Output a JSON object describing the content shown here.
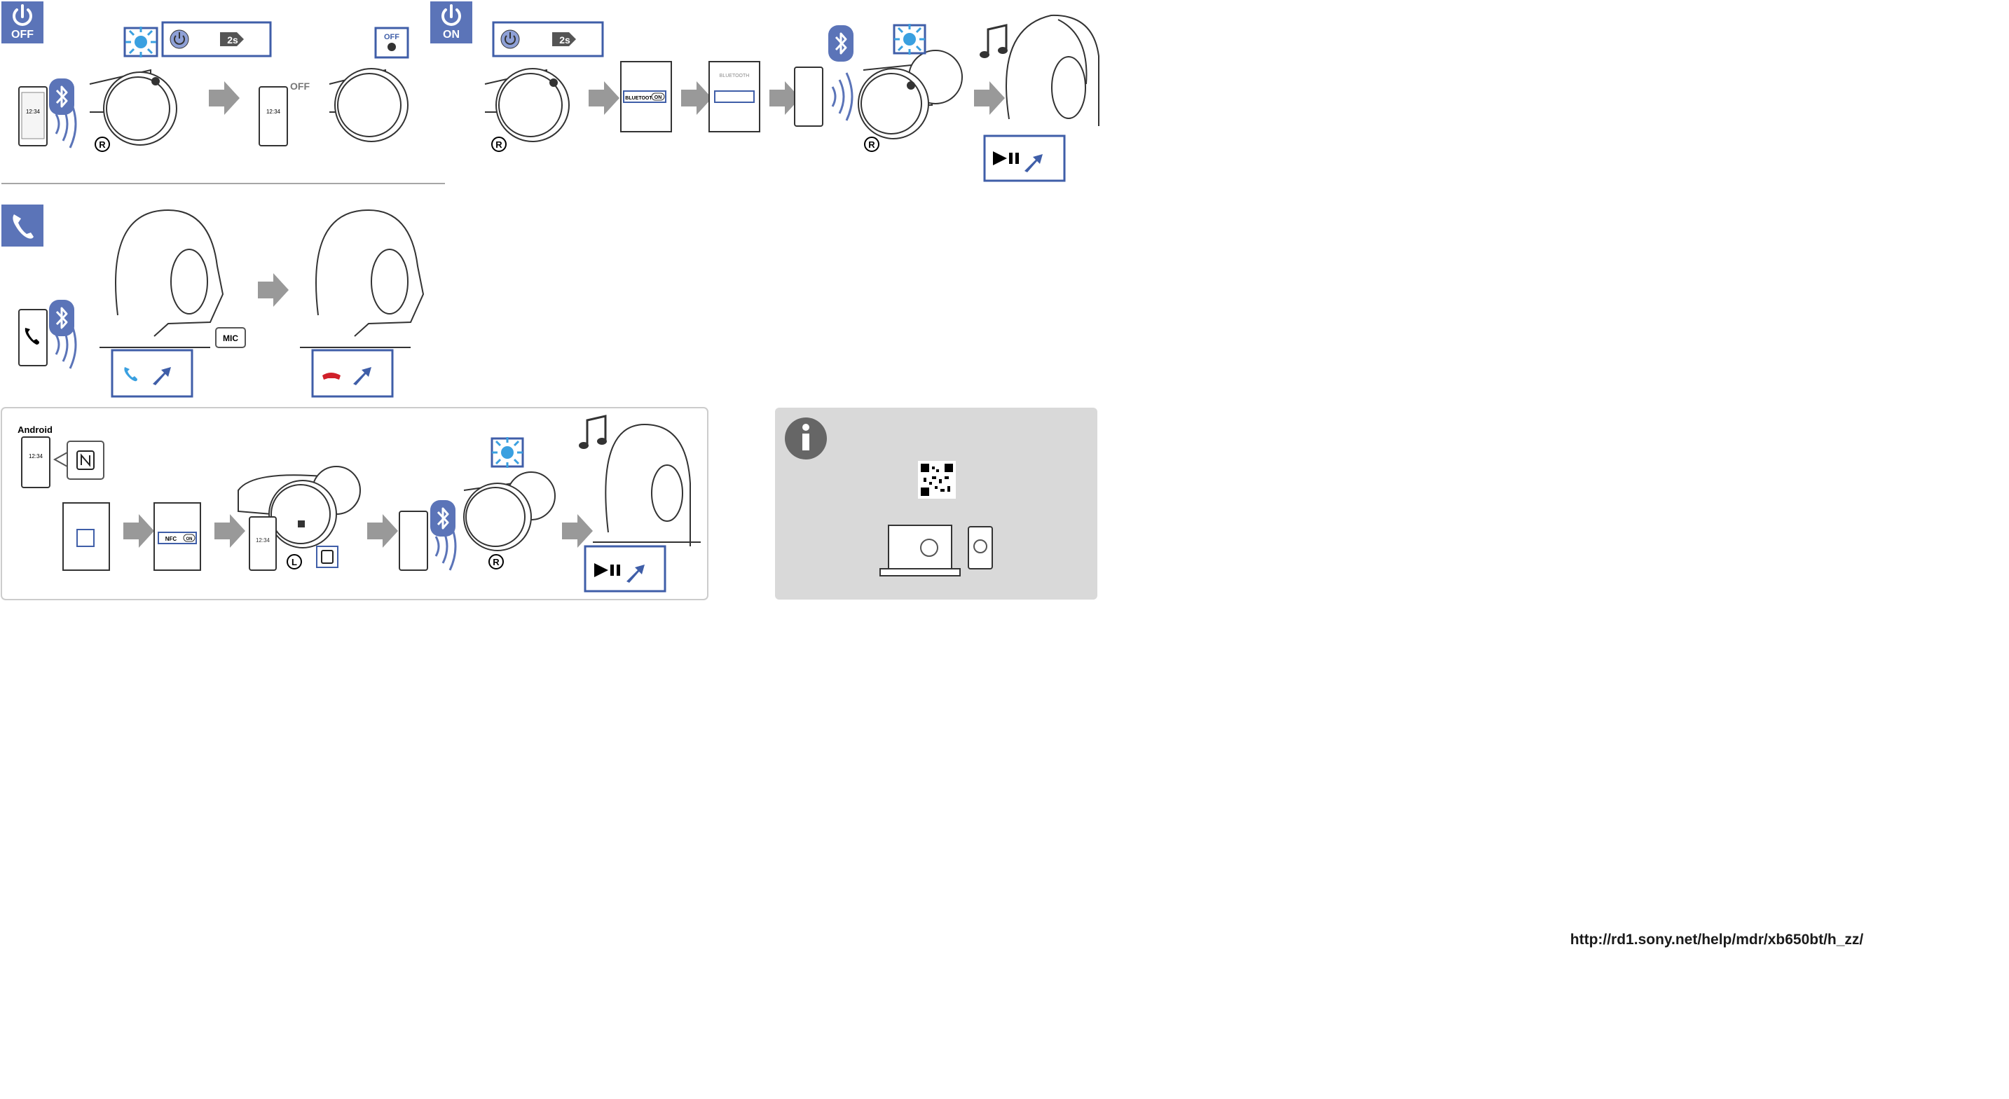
{
  "badges": {
    "off": "OFF",
    "on": "ON"
  },
  "labels": {
    "off_callout": "OFF",
    "off_side": "OFF",
    "mic": "MIC",
    "android": "Android",
    "nfc_switch": "NFC",
    "bluetooth_switch": "BLUETOOTH",
    "bluetooth_header": "BLUETOOTH",
    "on_toggle": "ON",
    "right_mark": "R",
    "left_mark": "L",
    "timer": "2s",
    "phone_time": "12:34"
  },
  "info": {
    "url": "http://rd1.sony.net/help/mdr/xb650bt/h_zz/"
  },
  "colors": {
    "accent_blue": "#5b74b8",
    "callout_border": "#3f5ea8",
    "arrow_gray": "#999999",
    "led_blue": "#3aa0e0",
    "end_call_red": "#d0202a",
    "info_panel": "#d9d9d9",
    "info_icon": "#666666"
  },
  "icons": [
    "power-icon",
    "bluetooth-icon",
    "phone-icon",
    "nfc-icon",
    "info-icon",
    "music-note-icon",
    "play-pause-icon",
    "end-call-icon",
    "answer-call-icon",
    "qr-code-icon"
  ]
}
